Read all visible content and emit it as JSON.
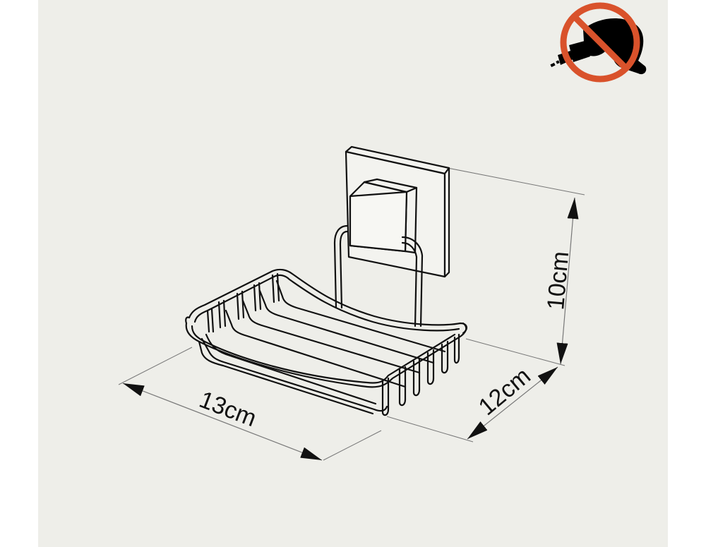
{
  "diagram": {
    "subject": "Wall-mounted wire soap dish with suction-cup mount",
    "background_color": "#eeeee9",
    "margin_color": "#ffffff",
    "line_color": "#111111",
    "dimension_line_color": "#777777",
    "dimensions": {
      "width": {
        "label": "13cm",
        "value": 13,
        "unit": "cm"
      },
      "depth": {
        "label": "12cm",
        "value": 12,
        "unit": "cm"
      },
      "height": {
        "label": "10cm",
        "value": 10,
        "unit": "cm"
      }
    },
    "badge": {
      "icon": "no-drilling-icon",
      "meaning": "No drilling required",
      "ring_color": "#d9522b",
      "glyph_color": "#000000"
    }
  }
}
